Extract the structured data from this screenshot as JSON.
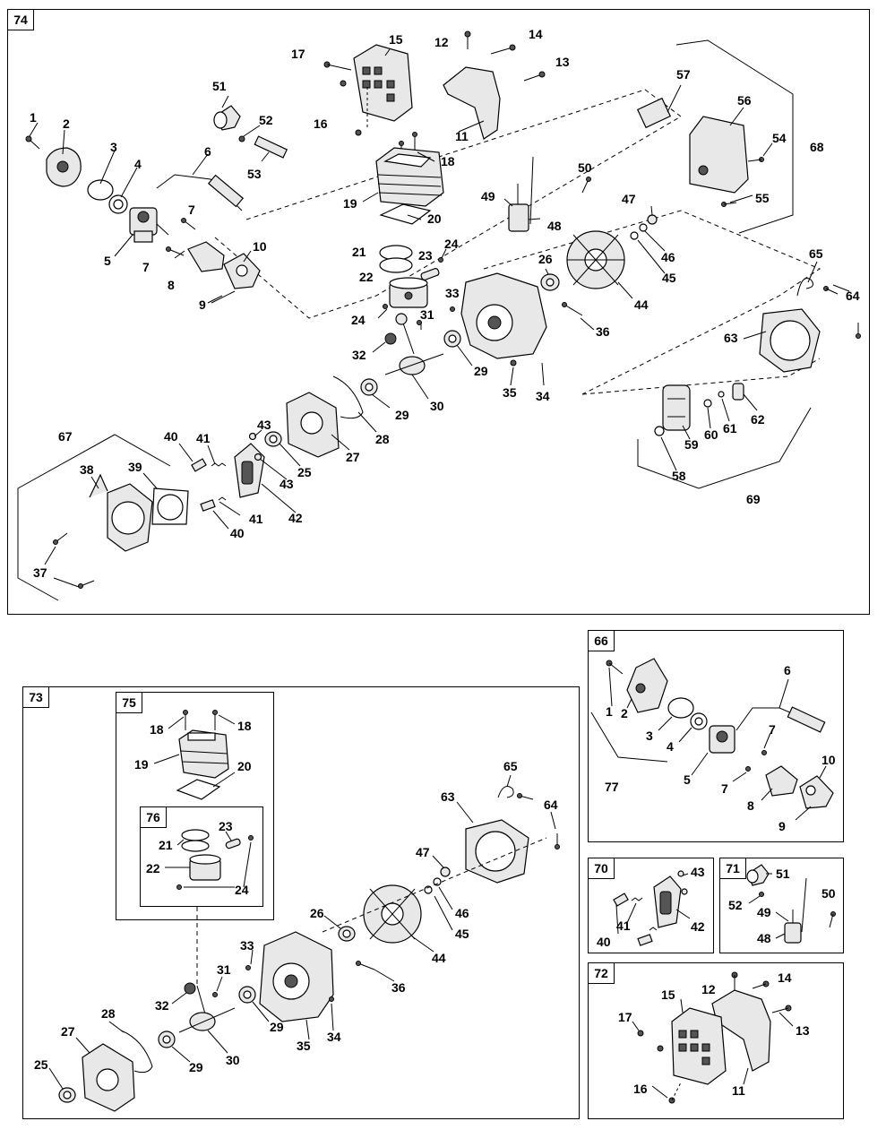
{
  "assemblies": {
    "a74": "74",
    "a73": "73",
    "a75": "75",
    "a76": "76",
    "a66": "66",
    "a70": "70",
    "a71": "71",
    "a72": "72"
  },
  "callouts": {
    "p1": "1",
    "p2": "2",
    "p3": "3",
    "p4": "4",
    "p5": "5",
    "p6": "6",
    "p7": "7",
    "p8": "8",
    "p9": "9",
    "p10": "10",
    "p11": "11",
    "p12": "12",
    "p13": "13",
    "p14": "14",
    "p15": "15",
    "p16": "16",
    "p17": "17",
    "p18": "18",
    "p19": "19",
    "p20": "20",
    "p21": "21",
    "p22": "22",
    "p23": "23",
    "p24": "24",
    "p25": "25",
    "p26": "26",
    "p27": "27",
    "p28": "28",
    "p29": "29",
    "p30": "30",
    "p31": "31",
    "p32": "32",
    "p33": "33",
    "p34": "34",
    "p35": "35",
    "p36": "36",
    "p37": "37",
    "p38": "38",
    "p39": "39",
    "p40": "40",
    "p41": "41",
    "p42": "42",
    "p43": "43",
    "p44": "44",
    "p45": "45",
    "p46": "46",
    "p47": "47",
    "p48": "48",
    "p49": "49",
    "p50": "50",
    "p51": "51",
    "p52": "52",
    "p53": "53",
    "p54": "54",
    "p55": "55",
    "p56": "56",
    "p57": "57",
    "p58": "58",
    "p59": "59",
    "p60": "60",
    "p61": "61",
    "p62": "62",
    "p63": "63",
    "p64": "64",
    "p65": "65",
    "p67": "67",
    "p68": "68",
    "p69": "69",
    "p77": "77"
  }
}
